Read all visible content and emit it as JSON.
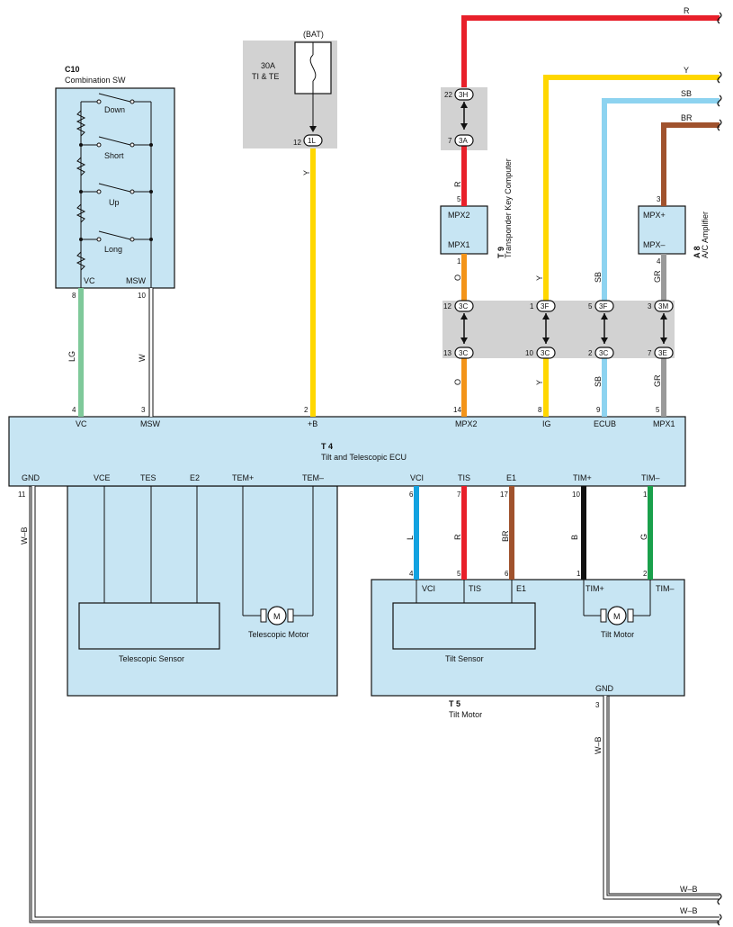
{
  "colors": {
    "module_fill": "#c7e5f3",
    "junction_fill": "#d2d2d2",
    "wire_red": "#e8202a",
    "wire_yellow": "#ffd700",
    "wire_skyblue": "#8dd3f0",
    "wire_brown": "#a0522d",
    "wire_lightgreen": "#7fc99a",
    "wire_orange": "#f39419",
    "wire_gray": "#9a9a9a",
    "wire_blue": "#12a2e0",
    "wire_black": "#111111",
    "wire_green": "#1aa04b"
  },
  "combination_switch": {
    "code": "C10",
    "name": "Combination SW",
    "positions": [
      "Down",
      "Short",
      "Up",
      "Long"
    ],
    "pin_vc": "VC",
    "pin_msw": "MSW",
    "pin_vc_num": "8",
    "pin_msw_num": "10"
  },
  "battery_fuse": {
    "source": "(BAT)",
    "rating": "30A",
    "name": "TI & TE",
    "pin_num": "12",
    "connector": "1L"
  },
  "transponder_computer": {
    "code": "T 9",
    "name": "Transponder Key Computer",
    "pin_mpx2": "MPX2",
    "pin_mpx1": "MPX1",
    "pin_top_num": "5",
    "pin_bottom_num": "1"
  },
  "ac_amplifier": {
    "code": "A 8",
    "name": "A/C Amplifier",
    "pin_mpx_plus": "MPX+",
    "pin_mpx_minus": "MPX–",
    "pin_top_num": "3",
    "pin_bottom_num": "4"
  },
  "junction_top": {
    "upper_num": "22",
    "upper_conn": "3H",
    "lower_num": "7",
    "lower_conn": "3A"
  },
  "junction_mid": [
    {
      "top_num": "12",
      "top_conn": "3C",
      "bottom_num": "13",
      "bottom_conn": "3C"
    },
    {
      "top_num": "1",
      "top_conn": "3F",
      "bottom_num": "10",
      "bottom_conn": "3C"
    },
    {
      "top_num": "5",
      "top_conn": "3F",
      "bottom_num": "2",
      "bottom_conn": "3C"
    },
    {
      "top_num": "3",
      "top_conn": "3M",
      "bottom_num": "7",
      "bottom_conn": "3E"
    }
  ],
  "offpage_wires": [
    {
      "label": "R"
    },
    {
      "label": "Y"
    },
    {
      "label": "SB"
    },
    {
      "label": "BR"
    }
  ],
  "wire_labels": {
    "lg": "LG",
    "w": "W",
    "y_bat": "Y",
    "r_upper": "R",
    "o_upper": "O",
    "y_upper": "Y",
    "sb_upper": "SB",
    "gr_upper": "GR",
    "o_lower": "O",
    "y_lower": "Y",
    "sb_lower": "SB",
    "gr_lower": "GR",
    "l": "L",
    "r_tilt": "R",
    "br_tilt": "BR",
    "b_tilt": "B",
    "g_tilt": "G",
    "wb_left": "W–B",
    "wb_right": "W–B",
    "wb_ground1": "W–B",
    "wb_ground2": "W–B"
  },
  "ecu": {
    "code": "T 4",
    "name": "Tilt and Telescopic ECU",
    "top_pins": [
      {
        "num": "4",
        "name": "VC"
      },
      {
        "num": "3",
        "name": "MSW"
      },
      {
        "num": "2",
        "name": "+B"
      },
      {
        "num": "14",
        "name": "MPX2"
      },
      {
        "num": "8",
        "name": "IG"
      },
      {
        "num": "9",
        "name": "ECUB"
      },
      {
        "num": "5",
        "name": "MPX1"
      }
    ],
    "bottom_pins": [
      "GND",
      "VCE",
      "TES",
      "E2",
      "TEM+",
      "TEM–",
      "VCI",
      "TIS",
      "E1",
      "TIM+",
      "TIM–"
    ],
    "gnd_num": "11",
    "tilt_pin_nums": [
      "6",
      "7",
      "17",
      "10",
      "1"
    ]
  },
  "telescopic_section": {
    "sensor_name": "Telescopic Sensor",
    "motor_name": "Telescopic Motor",
    "motor_symbol": "M"
  },
  "tilt_motor_module": {
    "code": "T 5",
    "name": "Tilt Motor",
    "pins": [
      "VCI",
      "TIS",
      "E1",
      "TIM+",
      "TIM–"
    ],
    "pin_nums": [
      "4",
      "5",
      "6",
      "1",
      "2"
    ],
    "sensor_name": "Tilt Sensor",
    "motor_name": "Tilt Motor",
    "motor_symbol": "M",
    "gnd_label": "GND",
    "gnd_num": "3"
  }
}
